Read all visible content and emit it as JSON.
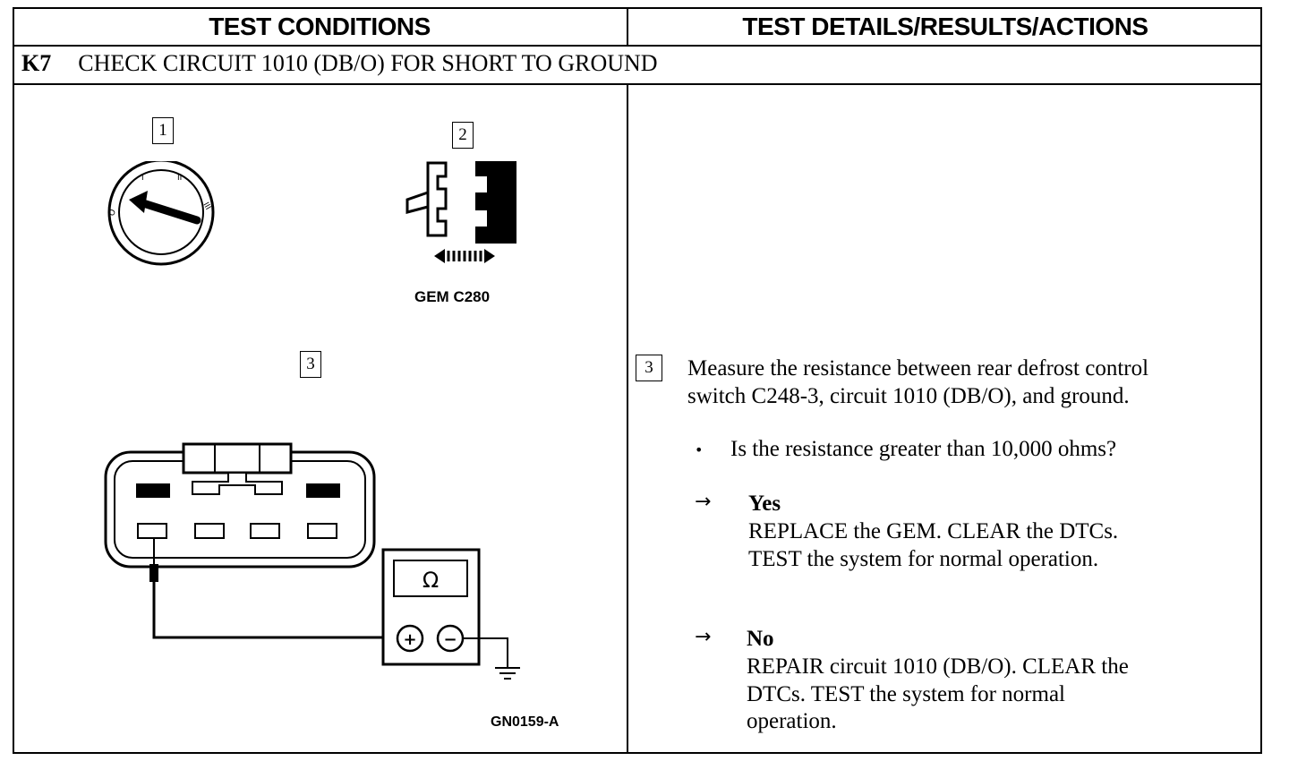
{
  "header": {
    "left": "TEST CONDITIONS",
    "right": "TEST DETAILS/RESULTS/ACTIONS"
  },
  "step": {
    "code": "K7",
    "title": "CHECK CIRCUIT 1010 (DB/O) FOR SHORT TO GROUND"
  },
  "figures": {
    "box1": "1",
    "box2": "2",
    "box3": "3",
    "connector_label": "GEM C280",
    "meter_symbol": "Ω",
    "meter_plus": "+",
    "meter_minus": "−",
    "figure_id": "GN0159-A"
  },
  "details": {
    "step_box": "3",
    "instruction_line1": "Measure the resistance between rear defrost control",
    "instruction_line2": "switch C248-3, circuit 1010 (DB/O), and ground.",
    "question": "Is the resistance greater than 10,000 ohms?",
    "yes_label": "Yes",
    "yes_line1": "REPLACE the GEM. CLEAR the DTCs.",
    "yes_line2": "TEST the system for normal operation.",
    "no_label": "No",
    "no_line1": "REPAIR circuit 1010 (DB/O). CLEAR the",
    "no_line2": "DTCs. TEST the system for normal",
    "no_line3": "operation.",
    "arrow": "→",
    "bullet": "•"
  }
}
